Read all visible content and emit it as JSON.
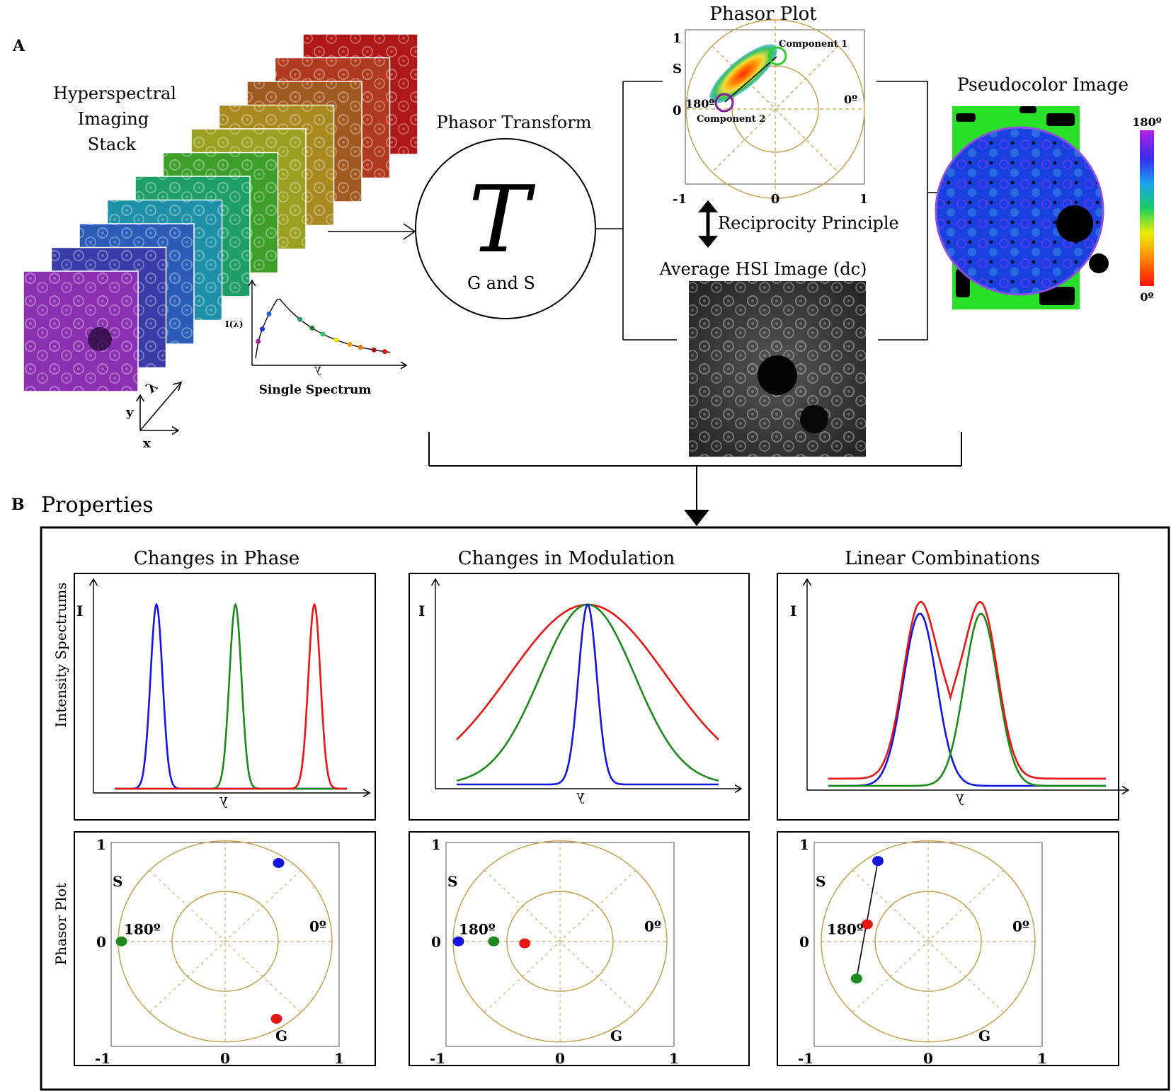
{
  "panel_a": {
    "letter": "A",
    "stack_title": [
      "Hyperspectral",
      "Imaging",
      "Stack"
    ],
    "axis_labels": {
      "lambda": "λ",
      "y": "y",
      "x": "x"
    },
    "single_spectrum": {
      "caption": "Single Spectrum",
      "ylabel": "I(λ)",
      "xlabel": "λ"
    },
    "phasor_transform": {
      "title": "Phasor Transform",
      "symbol": "T",
      "caption": "G and S"
    },
    "phasor_plot": {
      "title": "Phasor Plot",
      "s_label": "S",
      "tick_s_top": "1",
      "tick_s_mid": "0",
      "ticks_g": [
        "-1",
        "0",
        "1"
      ],
      "angle_180": "180º",
      "angle_0": "0º",
      "component1": "Component 1",
      "component2": "Component 2"
    },
    "reciprocity": "Reciprocity Principle",
    "average_image_title": "Average HSI Image (dc)",
    "pseudocolor": {
      "title": "Pseudocolor Image",
      "scale_top": "180º",
      "scale_bottom": "0º"
    }
  },
  "panel_b": {
    "letter": "B",
    "title": "Properties",
    "row_labels": {
      "spectra": "Intensity Spectrums",
      "phasor": "Phasor Plot"
    },
    "spectrum_axis": {
      "y": "I",
      "x": "λ"
    },
    "phasor_axis": {
      "s": "S",
      "g": "G",
      "s_top": "1",
      "s_mid": "0",
      "g_ticks": [
        "-1",
        "0",
        "1"
      ],
      "angle_180": "180º",
      "angle_0": "0º"
    },
    "columns": [
      {
        "title": "Changes in Phase"
      },
      {
        "title": "Changes in Modulation"
      },
      {
        "title": "Linear Combinations"
      }
    ]
  },
  "colors": {
    "blue": "#1515e0",
    "green": "#1e8a1e",
    "red": "#e81515",
    "phasor_circle": "#c8a050"
  }
}
